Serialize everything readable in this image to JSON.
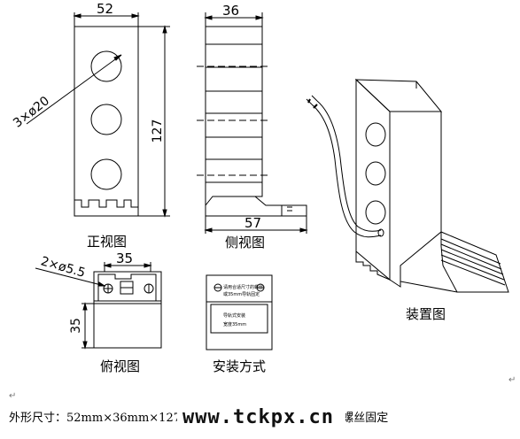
{
  "views": {
    "front": {
      "title": "正视图",
      "dim_width": "52",
      "dim_height": "127",
      "dim_holes": "3×ø20"
    },
    "side": {
      "title": "侧视图",
      "dim_top": "36",
      "dim_bottom": "57"
    },
    "top": {
      "title": "俯视图",
      "dim_width": "35",
      "dim_height": "35",
      "dim_holes": "2×ø5.5"
    },
    "install": {
      "title": "安装方式",
      "note_line1": "请用合适尺寸的螺丝",
      "note_line2": "或35mm导轨固定",
      "note_line3": "导轨式安装",
      "note_line4": "宽度35mm"
    },
    "device": {
      "title": "装置图"
    }
  },
  "footer": {
    "text": "外形尺寸：52mm×36mm×127mm  使用导轨式安装 35mm 或螺丝固定",
    "return_mark": "↵"
  },
  "watermark": {
    "text": "www.tckpx.cn"
  }
}
